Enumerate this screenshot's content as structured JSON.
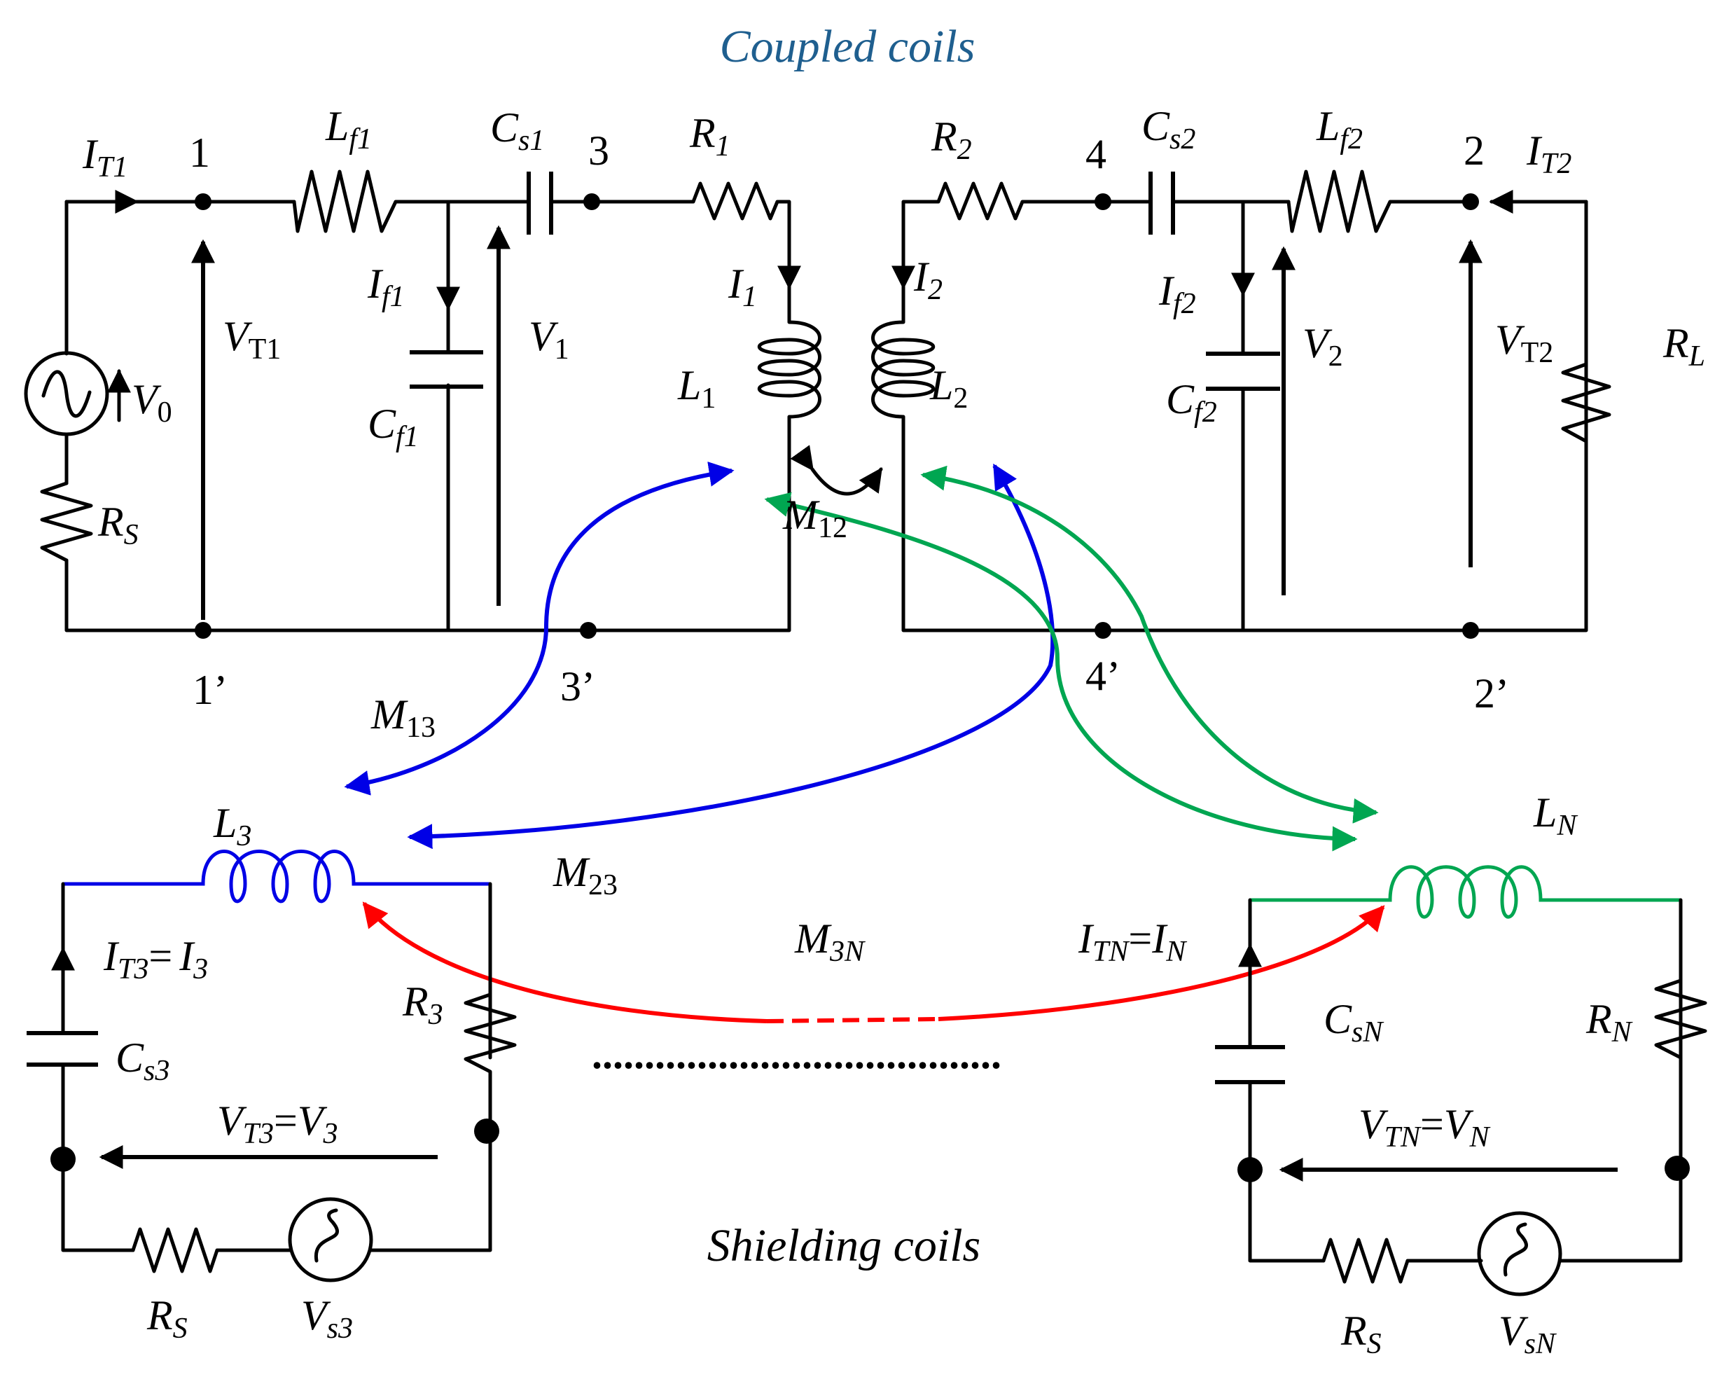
{
  "colors": {
    "wire": "#000000",
    "shield_left": "#0000e6",
    "shield_right": "#00a651",
    "m3n": "#ff0000",
    "title": "#1f5f8f"
  },
  "titles": {
    "top": "Coupled coils",
    "bottom": "Shielding coils"
  },
  "nodes": {
    "n1": "1",
    "n3": "3",
    "n4": "4",
    "n2": "2",
    "n1p": "1’",
    "n3p": "3’",
    "n4p": "4’",
    "n2p": "2’"
  },
  "labels": {
    "IT1": {
      "b": "I",
      "s": "T1"
    },
    "Lf1": {
      "b": "L",
      "s": "f1"
    },
    "Cs1": {
      "b": "C",
      "s": "s1"
    },
    "R1": {
      "b": "R",
      "s": "1"
    },
    "R2": {
      "b": "R",
      "s": "2"
    },
    "Cs2": {
      "b": "C",
      "s": "s2"
    },
    "Lf2": {
      "b": "L",
      "s": "f2"
    },
    "IT2": {
      "b": "I",
      "s": "T2"
    },
    "If1": {
      "b": "I",
      "s": "f1"
    },
    "I1": {
      "b": "I",
      "s": "1"
    },
    "I2": {
      "b": "I",
      "s": "2"
    },
    "If2": {
      "b": "I",
      "s": "f2"
    },
    "VT1": {
      "b": "V",
      "s": "T1"
    },
    "V1": {
      "b": "V",
      "s": "1"
    },
    "V2": {
      "b": "V",
      "s": "2"
    },
    "VT2": {
      "b": "V",
      "s": "T2"
    },
    "RL": {
      "b": "R",
      "s": "L"
    },
    "V0": {
      "b": "V",
      "s": "0"
    },
    "L1": {
      "b": "L",
      "s": "1"
    },
    "L2": {
      "b": "L",
      "s": "2"
    },
    "Cf1": {
      "b": "C",
      "s": "f1"
    },
    "Cf2": {
      "b": "C",
      "s": "f2"
    },
    "RS_top": {
      "b": "R",
      "s": "S"
    },
    "M12": {
      "b": "M",
      "s": "12"
    },
    "M13": {
      "b": "M",
      "s": "13"
    },
    "M23": {
      "b": "M",
      "s": "23"
    },
    "M3N": {
      "b": "M",
      "s": "3N"
    },
    "L3": {
      "b": "L",
      "s": "3"
    },
    "LN": {
      "b": "L",
      "s": "N"
    },
    "IT3_a": {
      "b": "I",
      "s": "T3"
    },
    "IT3_eq": "=",
    "IT3_b": {
      "b": "I",
      "s": "3"
    },
    "Cs3": {
      "b": "C",
      "s": "s3"
    },
    "R3": {
      "b": "R",
      "s": "3"
    },
    "VT3_a": {
      "b": "V",
      "s": "T3"
    },
    "VT3_eq": "=",
    "VT3_b": {
      "b": "V",
      "s": "3"
    },
    "RS_l": {
      "b": "R",
      "s": "S"
    },
    "Vs3": {
      "b": "V",
      "s": "s3"
    },
    "ITN_a": {
      "b": "I",
      "s": "TN"
    },
    "ITN_eq": "=",
    "ITN_b": {
      "b": "I",
      "s": "N"
    },
    "CsN": {
      "b": "C",
      "s": "sN"
    },
    "RN": {
      "b": "R",
      "s": "N"
    },
    "VTN_a": {
      "b": "V",
      "s": "TN"
    },
    "VTN_eq": "=",
    "VTN_b": {
      "b": "V",
      "s": "N"
    },
    "RS_r": {
      "b": "R",
      "s": "S"
    },
    "VsN": {
      "b": "V",
      "s": "sN"
    }
  },
  "ellipsis": "......................................."
}
